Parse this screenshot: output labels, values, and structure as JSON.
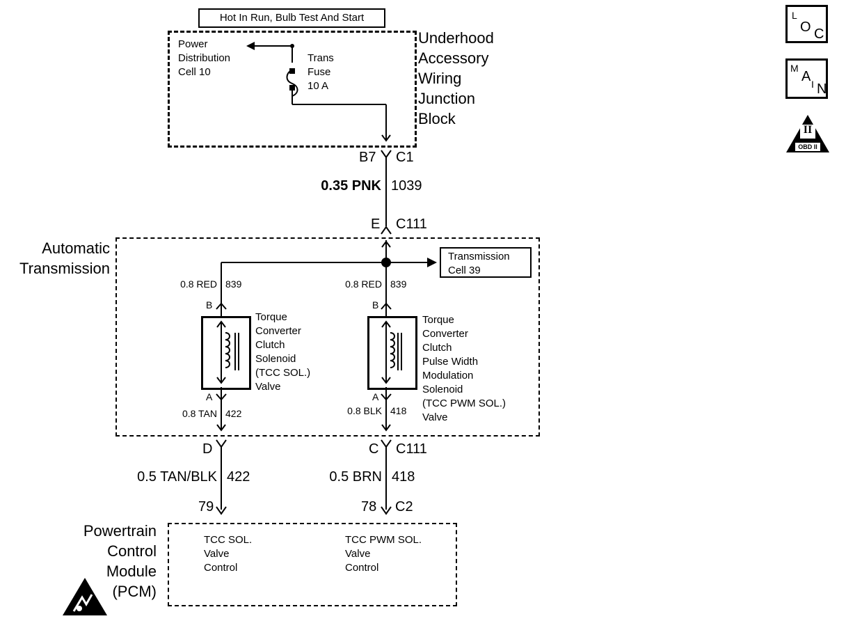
{
  "power_header": "Hot In Run, Bulb Test And Start",
  "junction_block": {
    "name_lines": [
      "Underhood",
      "Accessory",
      "Wiring",
      "Junction",
      "Block"
    ],
    "power_dist_lines": [
      "Power",
      "Distribution",
      "Cell 10"
    ],
    "fuse_lines": [
      "Trans",
      "Fuse",
      "10 A"
    ]
  },
  "icons": {
    "loc": {
      "l": "L",
      "o": "O",
      "c": "C"
    },
    "main": {
      "m": "M",
      "a": "A",
      "i": "I",
      "n": "N"
    },
    "obd": {
      "roman": "II",
      "label": "OBD II"
    }
  },
  "connectors": {
    "c1_left": "B7",
    "c1_right": "C1",
    "wire_top_left": "0.35 PNK",
    "wire_top_right": "1039",
    "c111_top_left": "E",
    "c111_top_right": "C111",
    "c111_bottom_left": "D",
    "c111_bottom_mid": "C",
    "c111_bottom_right": "C111",
    "pcm_left_pin": "79",
    "pcm_mid_pin": "78",
    "pcm_conn": "C2"
  },
  "transmission": {
    "label_lines": [
      "Automatic",
      "Transmission"
    ],
    "cell_lines": [
      "Transmission",
      "Cell 39"
    ],
    "left_wire_top_color": "0.8 RED",
    "left_wire_top_circuit": "839",
    "right_wire_top_color": "0.8 RED",
    "right_wire_top_circuit": "839",
    "left_pin_b": "B",
    "right_pin_b": "B",
    "left_pin_a": "A",
    "right_pin_a": "A",
    "left_wire_bot_color": "0.8 TAN",
    "left_wire_bot_circuit": "422",
    "right_wire_bot_color": "0.8 BLK",
    "right_wire_bot_circuit": "418",
    "left_solenoid_lines": [
      "Torque",
      "Converter",
      "Clutch",
      "Solenoid",
      "(TCC SOL.)",
      "Valve"
    ],
    "right_solenoid_lines": [
      "Torque",
      "Converter",
      "Clutch",
      "Pulse Width",
      "Modulation",
      "Solenoid",
      "(TCC PWM SOL.)",
      "Valve"
    ]
  },
  "wires_bottom": {
    "left_color": "0.5 TAN/BLK",
    "left_circuit": "422",
    "right_color": "0.5 BRN",
    "right_circuit": "418"
  },
  "pcm": {
    "label_lines": [
      "Powertrain",
      "Control",
      "Module",
      "(PCM)"
    ],
    "left_lines": [
      "TCC SOL.",
      "Valve",
      "Control"
    ],
    "right_lines": [
      "TCC PWM SOL.",
      "Valve",
      "Control"
    ]
  }
}
